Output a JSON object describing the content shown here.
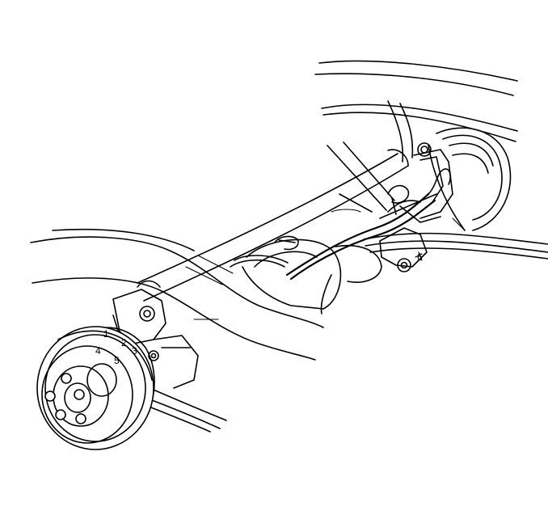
{
  "callouts": {
    "label_1": "1",
    "label_2": "2",
    "label_3": "3",
    "label_4": "4",
    "label_5": "5",
    "label_6": "6"
  },
  "colors": {
    "line": "#000000",
    "background": "#ffffff"
  }
}
